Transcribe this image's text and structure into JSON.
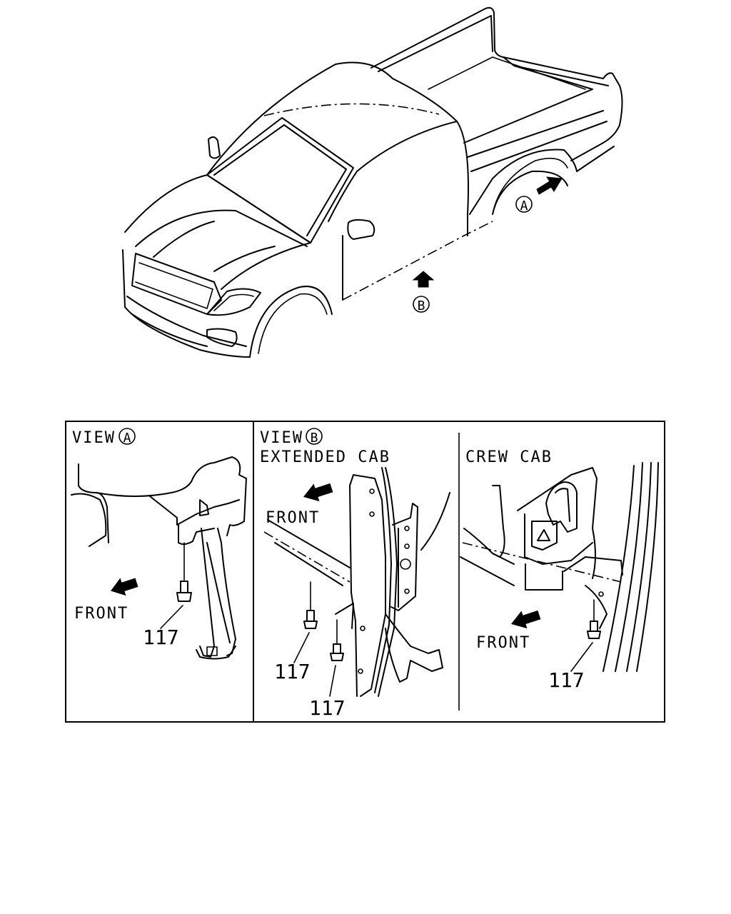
{
  "callouts": {
    "marker_a": "A",
    "marker_b": "B"
  },
  "panel_view_a": {
    "heading": "VIEW",
    "marker": "A",
    "front_label": "FRONT",
    "part_number": "117"
  },
  "panel_view_b": {
    "heading": "VIEW",
    "marker": "B",
    "extended_cab": {
      "title": "EXTENDED CAB",
      "front_label": "FRONT",
      "part_number_1": "117",
      "part_number_2": "117"
    },
    "crew_cab": {
      "title": "CREW CAB",
      "front_label": "FRONT",
      "part_number": "117"
    }
  }
}
